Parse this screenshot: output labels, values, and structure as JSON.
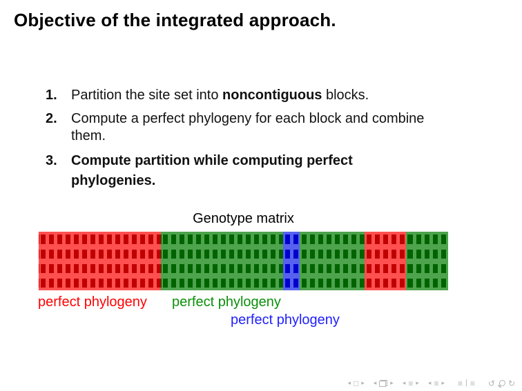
{
  "slide": {
    "title": "Objective of the integrated approach.",
    "list": {
      "items": [
        {
          "number": "1.",
          "segments": [
            {
              "text": "Partition the site set into "
            },
            {
              "text": "noncontiguous"
            },
            {
              "text": " blocks."
            }
          ]
        },
        {
          "number": "2.",
          "lines": [
            "Compute a perfect phylogeny for each block and combine",
            "them."
          ]
        },
        {
          "number": "3.",
          "lines": [
            "Compute partition while computing perfect",
            "phylogenies."
          ]
        }
      ]
    },
    "matrix": {
      "caption": "Genotype matrix",
      "colors": {
        "red": {
          "bg": "#FF5050",
          "dash": "#C00000"
        },
        "green": {
          "bg": "#4DA44D",
          "dash": "#006300"
        },
        "blue": {
          "bg": "#5662EF",
          "dash": "#0000CC"
        }
      },
      "blocks": [
        {
          "color": "red",
          "width": 177
        },
        {
          "color": "green",
          "width": 177
        },
        {
          "color": "blue",
          "width": 24
        },
        {
          "color": "green",
          "width": 94
        },
        {
          "color": "red",
          "width": 60
        },
        {
          "color": "green",
          "width": 61
        }
      ]
    },
    "labels": [
      {
        "text": "perfect phylogeny",
        "color": "#FF0000"
      },
      {
        "text": "perfect phylogeny",
        "color": "#0A8F0A"
      },
      {
        "text": "perfect phylogeny",
        "color": "#2020FF"
      }
    ],
    "nav": {
      "color": "#B4B4B4",
      "icons": [
        {
          "name": "prev-slide-icon",
          "glyph": "◂",
          "cls": "tri"
        },
        {
          "name": "frame-icon",
          "glyph": "□",
          "cls": ""
        },
        {
          "name": "next-slide-icon",
          "glyph": "▸",
          "cls": "tri"
        },
        {
          "name": "prev-frame-icon",
          "glyph": "◂",
          "cls": "tri gap"
        },
        {
          "name": "frames-icon",
          "glyph": "",
          "cls": "frames"
        },
        {
          "name": "next-frame-icon",
          "glyph": "▸",
          "cls": "tri"
        },
        {
          "name": "prev-subsection-icon",
          "glyph": "◂",
          "cls": "tri gap"
        },
        {
          "name": "subsection-list-icon",
          "glyph": "≡",
          "cls": ""
        },
        {
          "name": "next-subsection-icon",
          "glyph": "▸",
          "cls": "tri"
        },
        {
          "name": "prev-section-icon",
          "glyph": "◂",
          "cls": "tri gap"
        },
        {
          "name": "section-list-icon",
          "glyph": "≡",
          "cls": ""
        },
        {
          "name": "next-section-icon",
          "glyph": "▸",
          "cls": "tri"
        },
        {
          "name": "presentation-icon",
          "glyph": "≡",
          "cls": "gap2"
        },
        {
          "name": "appendix-separator",
          "glyph": "|",
          "cls": "sep"
        },
        {
          "name": "appendix-icon",
          "glyph": "≡",
          "cls": ""
        },
        {
          "name": "back-icon",
          "glyph": "↺",
          "cls": "gap2"
        },
        {
          "name": "magnifier-icon",
          "glyph": "",
          "cls": "mag"
        },
        {
          "name": "forward-icon",
          "glyph": "↻",
          "cls": ""
        }
      ]
    }
  }
}
